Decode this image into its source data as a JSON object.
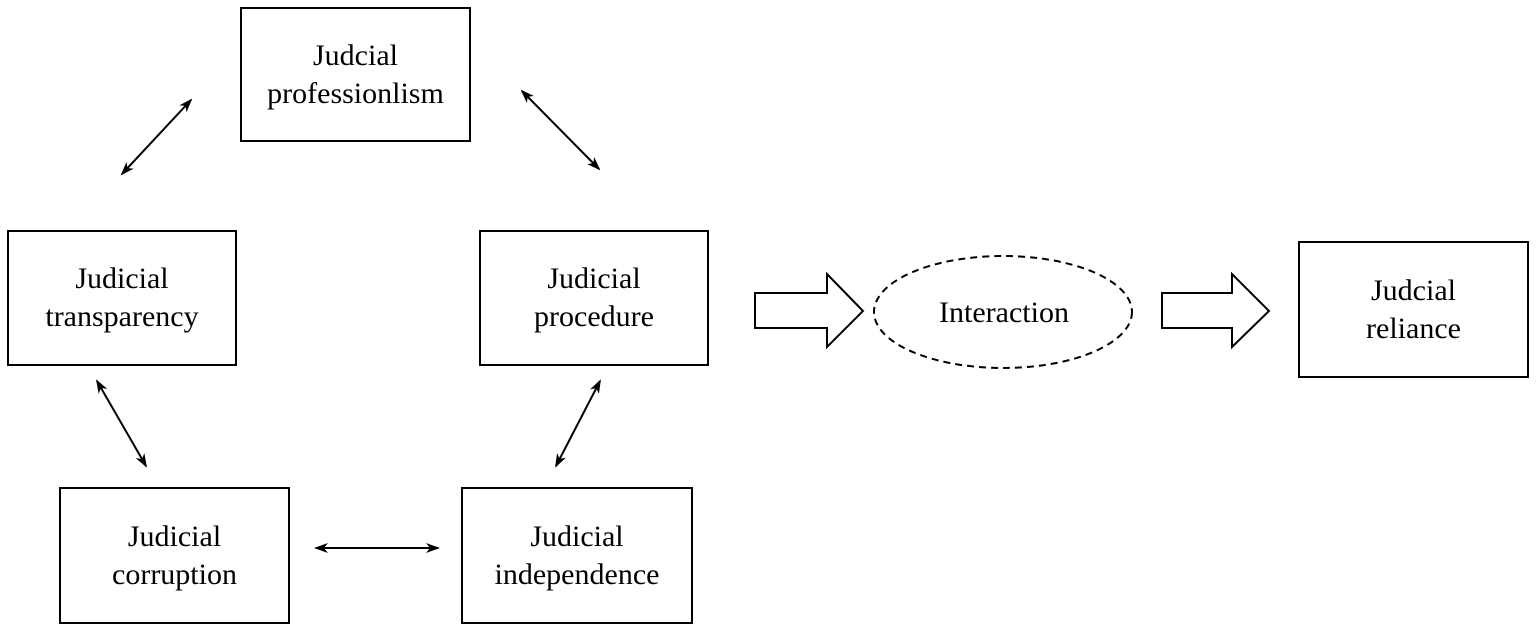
{
  "nodes": {
    "professionalism": {
      "line1": "Judcial",
      "line2": "professionlism"
    },
    "transparency": {
      "line1": "Judicial",
      "line2": "transparency"
    },
    "procedure": {
      "line1": "Judicial",
      "line2": "procedure"
    },
    "corruption": {
      "line1": "Judicial",
      "line2": "corruption"
    },
    "independence": {
      "line1": "Judicial",
      "line2": "independence"
    },
    "interaction": {
      "label": "Interaction"
    },
    "reliance": {
      "line1": "Judcial",
      "line2": "reliance"
    }
  },
  "edges": [
    {
      "from": "transparency",
      "to": "professionalism",
      "type": "bidirectional"
    },
    {
      "from": "professionalism",
      "to": "procedure",
      "type": "bidirectional"
    },
    {
      "from": "transparency",
      "to": "corruption",
      "type": "bidirectional"
    },
    {
      "from": "procedure",
      "to": "independence",
      "type": "bidirectional"
    },
    {
      "from": "corruption",
      "to": "independence",
      "type": "bidirectional"
    },
    {
      "from": "procedure",
      "to": "interaction",
      "type": "block-arrow"
    },
    {
      "from": "interaction",
      "to": "reliance",
      "type": "block-arrow"
    }
  ],
  "colors": {
    "stroke": "#000000",
    "fill": "#ffffff"
  }
}
